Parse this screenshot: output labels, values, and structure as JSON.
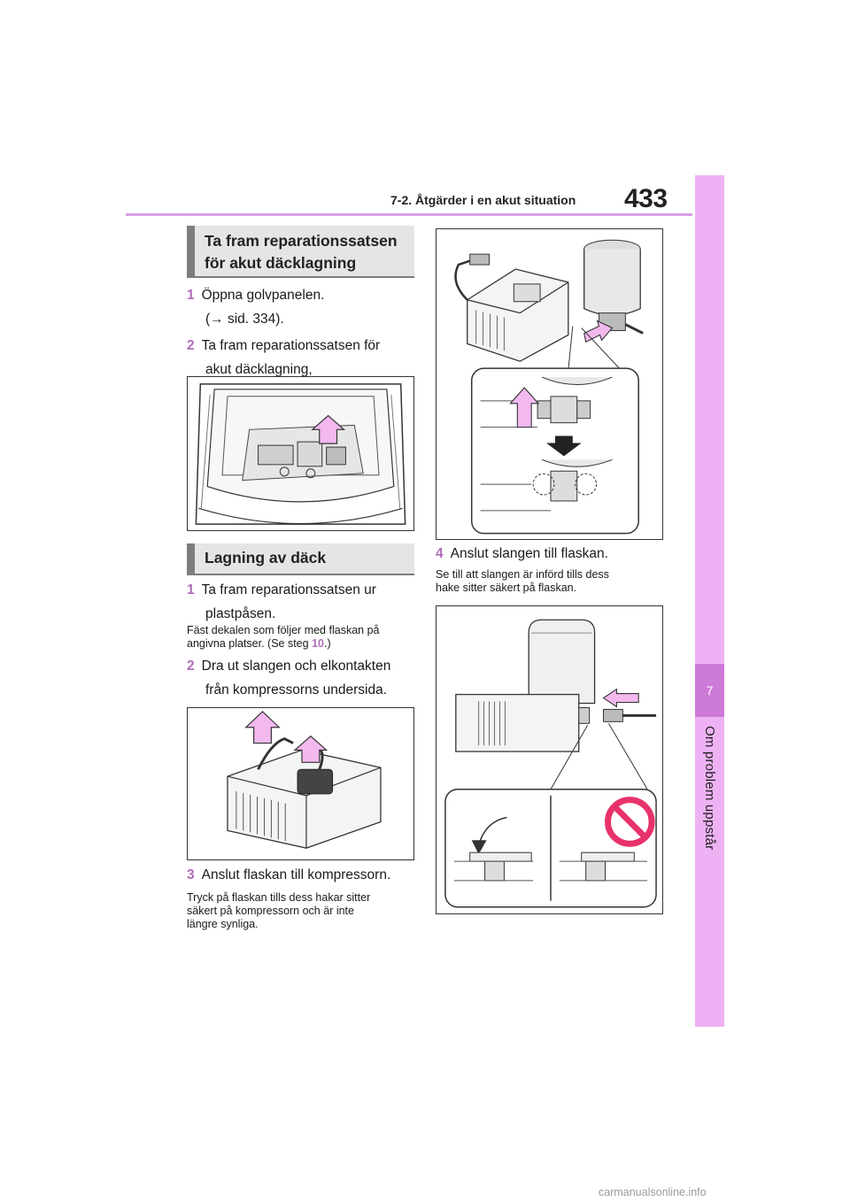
{
  "header": {
    "section_title": "7-2. Åtgärder i en akut situation",
    "page_number": "433"
  },
  "side_tab": {
    "chapter_number": "7",
    "chapter_title": "Om problem uppstår"
  },
  "left_column": {
    "heading1": {
      "line1": "Ta fram reparationssatsen",
      "line2": "för akut däcklagning"
    },
    "steps1": [
      {
        "num": "1",
        "line1": "Öppna golvpanelen.",
        "line2": "(→ sid. 334)."
      },
      {
        "num": "2",
        "line1": "Ta fram reparationssatsen för",
        "line2": "akut däcklagning,"
      }
    ],
    "heading2": "Lagning av däck",
    "steps2": [
      {
        "num": "1",
        "line1": "Ta fram reparationssatsen ur",
        "line2": "plastpåsen.",
        "note_line1": "Fäst dekalen som följer med flaskan på",
        "note_line2_prefix": "angivna platser. (Se steg ",
        "note_ref": "10",
        "note_line2_suffix": ".)"
      },
      {
        "num": "2",
        "line1": "Dra ut slangen och elkontakten",
        "line2": "från kompressorns undersida."
      },
      {
        "num": "3",
        "line1": "Anslut flaskan till kompressorn.",
        "note_line1": "Tryck på flaskan tills dess hakar sitter",
        "note_line2": "säkert på kompressorn och är inte",
        "note_line3": "längre synliga."
      }
    ]
  },
  "right_column": {
    "step4": {
      "num": "4",
      "line1": "Anslut slangen till flaskan.",
      "note_line1": "Se till att slangen är införd tills dess",
      "note_line2": "hake sitter säkert på flaskan."
    }
  },
  "colors": {
    "accent_pink": "#eeb2f4",
    "accent_purple": "#cd7ad8",
    "step_number": "#b06cb8",
    "heading_bg": "#e5e5e5",
    "prohibited_red": "#e8336a",
    "arrow_pink": "#f3b8ee"
  },
  "watermark": "carmanualsonline.info"
}
